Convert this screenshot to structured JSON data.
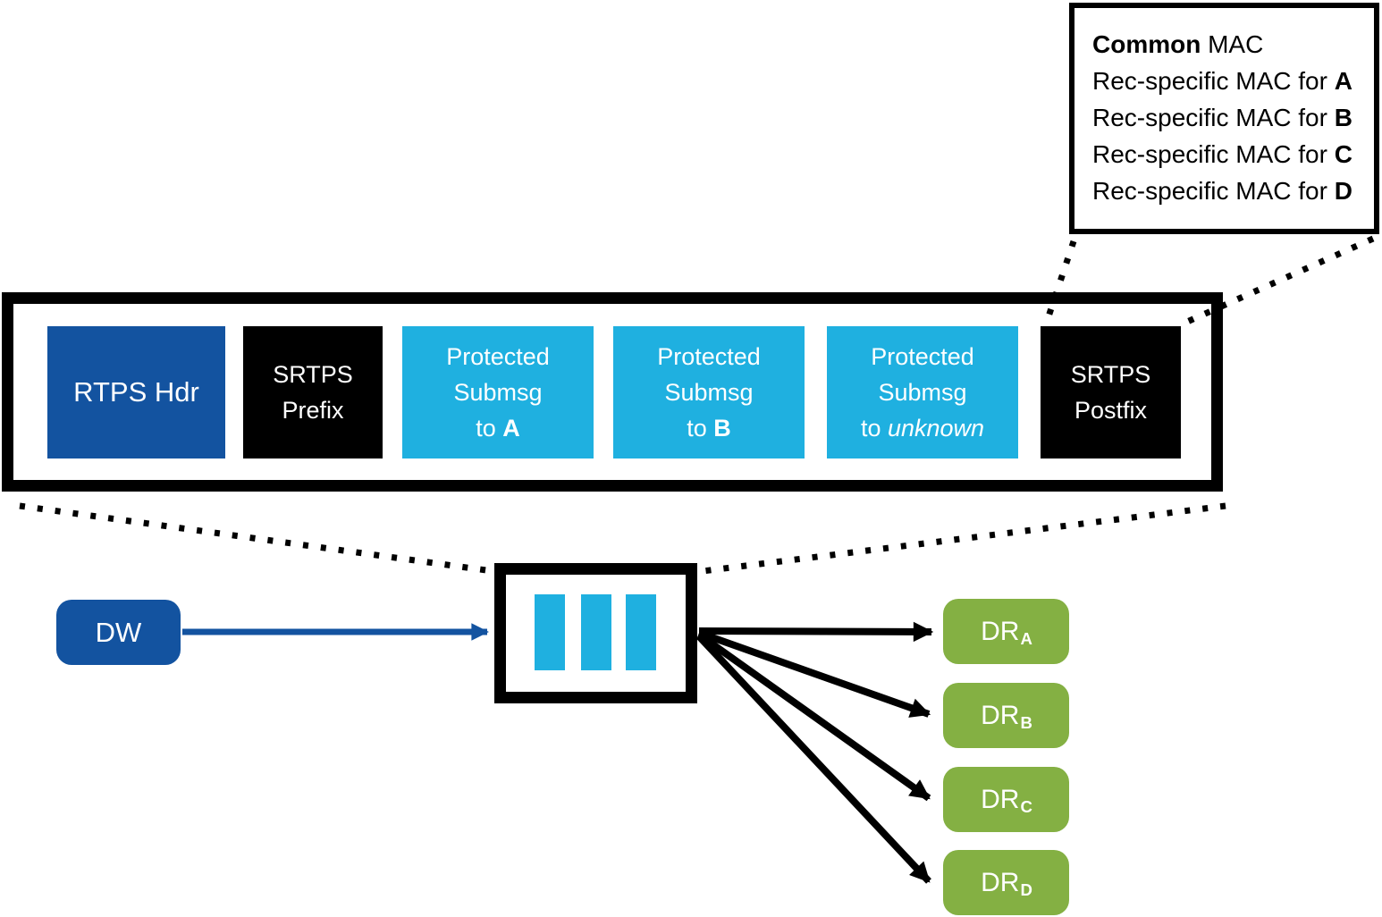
{
  "colors": {
    "dark_blue": "#1353A0",
    "cyan": "#1FB0E0",
    "green": "#84B043",
    "line_black": "#000000"
  },
  "callout": {
    "title": {
      "bold": "Common",
      "rest": " MAC"
    },
    "items": [
      {
        "prefix": "Rec-specific MAC for ",
        "target": "A"
      },
      {
        "prefix": "Rec-specific MAC for ",
        "target": "B"
      },
      {
        "prefix": "Rec-specific MAC for ",
        "target": "C"
      },
      {
        "prefix": "Rec-specific MAC for ",
        "target": "D"
      }
    ]
  },
  "packet": {
    "rtps_hdr": {
      "label": "RTPS Hdr"
    },
    "srtps_prefix": {
      "line1": "SRTPS",
      "line2": "Prefix"
    },
    "protected_a": {
      "line1": "Protected",
      "line2": "Submsg",
      "to": "to ",
      "recipient": "A"
    },
    "protected_b": {
      "line1": "Protected",
      "line2": "Submsg",
      "to": "to ",
      "recipient": "B"
    },
    "protected_unknown": {
      "line1": "Protected",
      "line2": "Submsg",
      "to": "to ",
      "recipient": "unknown"
    },
    "srtps_postfix": {
      "line1": "SRTPS",
      "line2": "Postfix"
    }
  },
  "writer": {
    "label": "DW"
  },
  "readers": [
    {
      "label": "DR",
      "sub": "A"
    },
    {
      "label": "DR",
      "sub": "B"
    },
    {
      "label": "DR",
      "sub": "C"
    },
    {
      "label": "DR",
      "sub": "D"
    }
  ],
  "icons": {
    "submessage_bars": "three-vertical-cyan-bars"
  }
}
